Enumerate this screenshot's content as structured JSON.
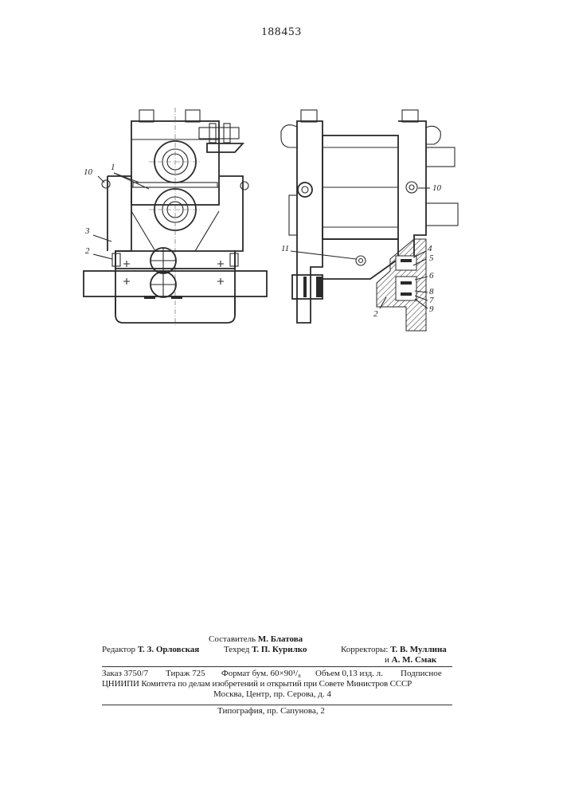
{
  "header": {
    "patent_number": "188453"
  },
  "figure": {
    "labels": {
      "l1": "1",
      "l2": "2",
      "l3": "3",
      "l10a": "10",
      "r10": "10",
      "r11": "11",
      "r2": "2",
      "r4": "4",
      "r5": "5",
      "r6": "6",
      "r8": "8",
      "r7": "7",
      "r9": "9"
    }
  },
  "imprint": {
    "compiler_label": "Составитель",
    "compiler_name": "М. Блатова",
    "editor_label": "Редактор",
    "editor_name": "Т. З. Орловская",
    "techred_label": "Техред",
    "techred_name": "Т. П. Курилко",
    "correctors_label": "Корректоры:",
    "corrector_1": "Т. В. Муллина",
    "corrector_2_prefix": "и",
    "corrector_2": "А. М. Смак",
    "order": "Заказ 3750/7",
    "circulation": "Тираж 725",
    "format": "Формат бум. 60×90¹/₈",
    "volume": "Объем 0,13 изд. л.",
    "subscription": "Подписное",
    "institute": "ЦНИИПИ Комитета по делам изобретений и открытий при Совете Министров СССР",
    "address": "Москва, Центр, пр. Серова, д. 4",
    "printing": "Типография, пр. Сапунова, 2"
  }
}
